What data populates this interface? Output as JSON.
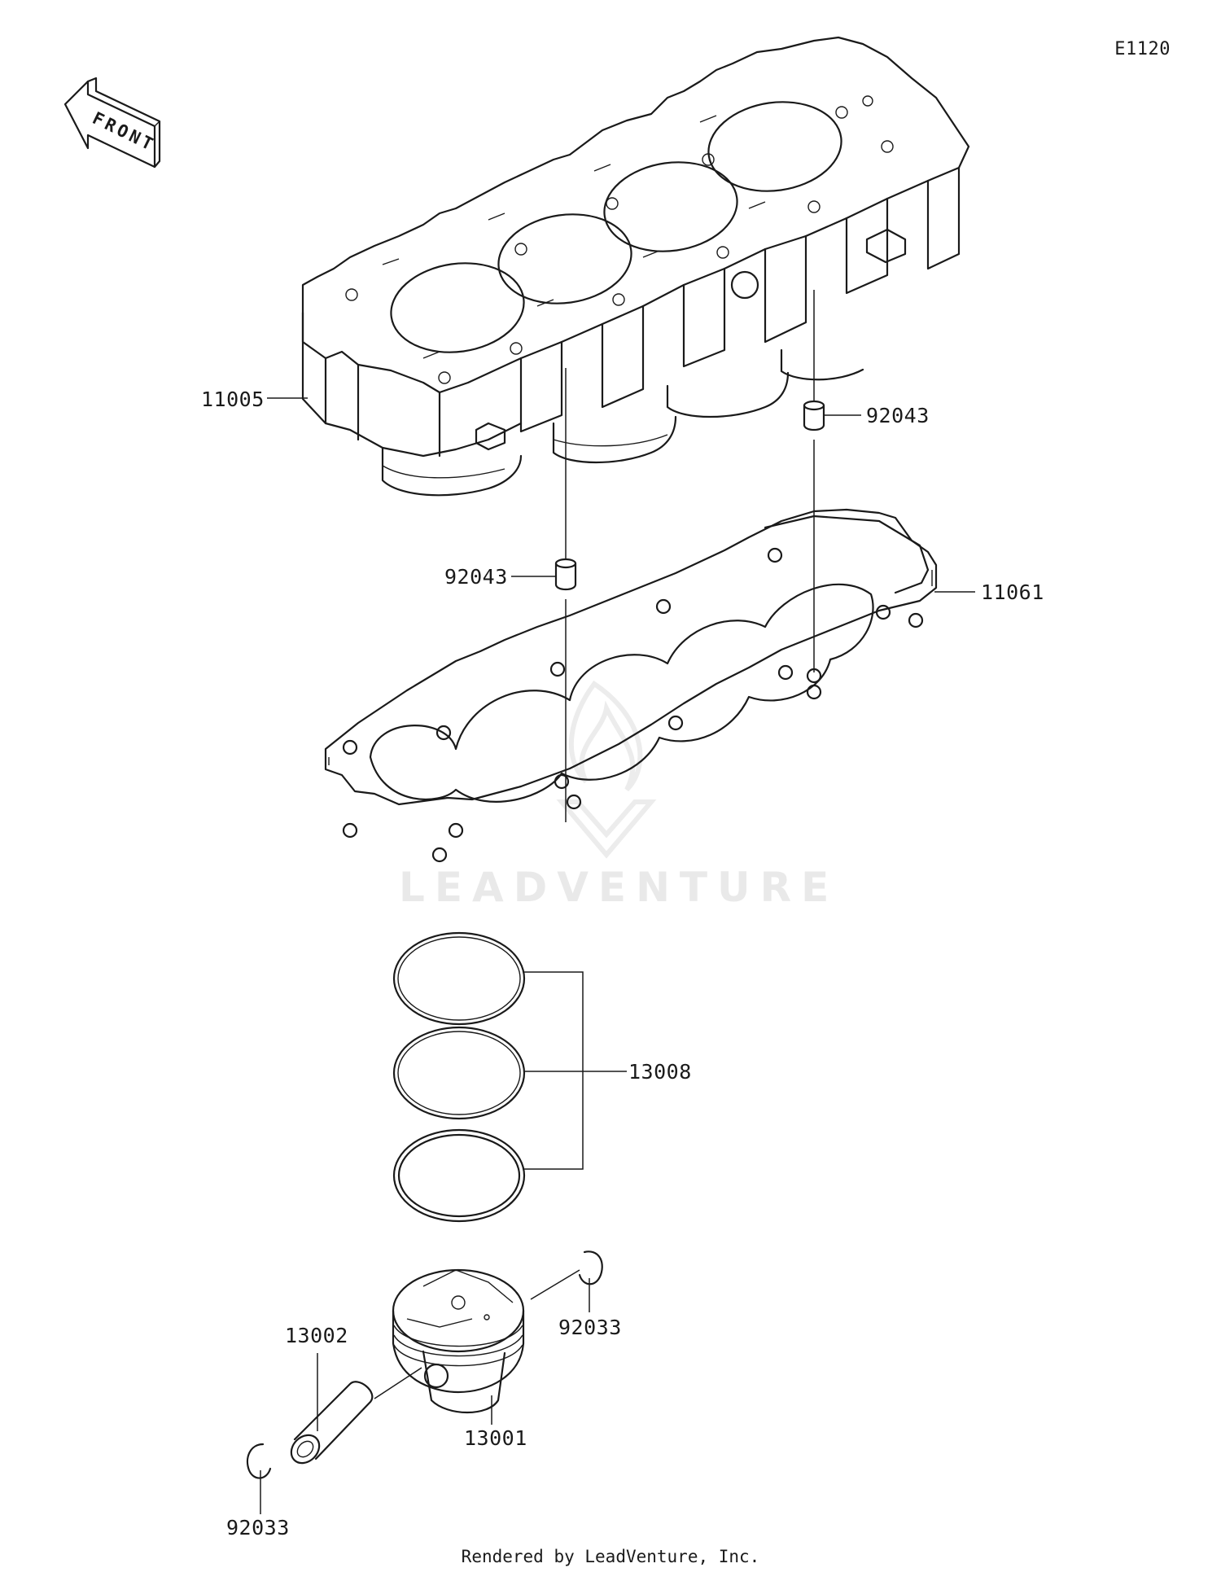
{
  "diagram": {
    "code": "E1120",
    "front_label": "FRONT",
    "watermark": "LEADVENTURE",
    "credit": "Rendered by LeadVenture, Inc."
  },
  "callouts": [
    {
      "id": "cylinder",
      "part_number": "11005"
    },
    {
      "id": "dowel-pin-right",
      "part_number": "92043"
    },
    {
      "id": "dowel-pin-left",
      "part_number": "92043"
    },
    {
      "id": "cylinder-gasket",
      "part_number": "11061"
    },
    {
      "id": "piston-rings",
      "part_number": "13008"
    },
    {
      "id": "piston-pin",
      "part_number": "13002"
    },
    {
      "id": "circlip-right",
      "part_number": "92033"
    },
    {
      "id": "piston",
      "part_number": "13001"
    },
    {
      "id": "circlip-left",
      "part_number": "92033"
    }
  ]
}
